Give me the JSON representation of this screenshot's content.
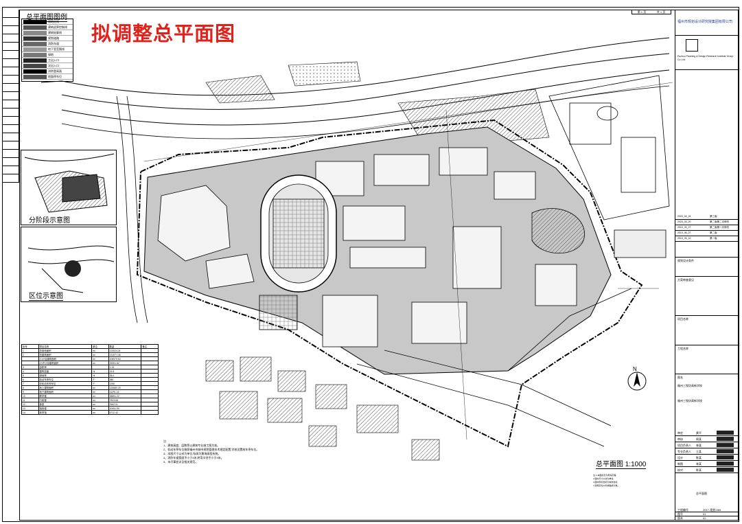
{
  "title": "拟调整总平面图",
  "legend": {
    "heading": "总平面图图例",
    "items": [
      {
        "label": "用地红线",
        "swatch": "#000"
      },
      {
        "label": "建筑退界控制线",
        "swatch": "#555"
      },
      {
        "label": "建筑轮廓线",
        "swatch": "#888"
      },
      {
        "label": "规划道路",
        "swatch": "#333"
      },
      {
        "label": "消防车道",
        "swatch": "#666"
      },
      {
        "label": "地下室范围线",
        "swatch": "#999"
      },
      {
        "label": "绿地",
        "swatch": "#777"
      },
      {
        "label": "主出入口",
        "swatch": "#222"
      },
      {
        "label": "次出入口",
        "swatch": "#444"
      },
      {
        "label": "消防登高面",
        "swatch": "#000"
      },
      {
        "label": "地面停车位",
        "swatch": "#555"
      }
    ]
  },
  "insets": {
    "phase_label": "分阶段示意图",
    "location_label": "区位示意图"
  },
  "scale_label": "总平面图 1:1000",
  "sheet_header": {
    "page": "第 1 页",
    "total": "共 1 页"
  },
  "north_label": "N",
  "title_block": {
    "company": "福州市规划设计研究院集团有限公司",
    "company_en": "Fuzhou Planning & Design Research Institute Group Co.,Ltd",
    "revisions": [
      {
        "date": "2020_04_24",
        "desc": "第三版"
      },
      {
        "date": "2020_03_20",
        "desc": "第二版第二次修改"
      },
      {
        "date": "2019_09_27",
        "desc": "第二版第一次修改"
      },
      {
        "date": "2019_06_07",
        "desc": "第二版"
      },
      {
        "date": "2019_05_10",
        "desc": "第一版"
      }
    ],
    "fields": [
      "规划设计条件",
      "方案审查意见",
      "项目名称",
      "工程名称",
      "图名"
    ],
    "project": "福州三牧坊高新学校",
    "project_name": "福州三牧坊高新学校",
    "drawing": "总平面图",
    "roles": [
      "审定",
      "审核",
      "项目负责人",
      "专业负责人",
      "设计",
      "制图",
      "校对"
    ],
    "role_names": [
      "黄平",
      "周某",
      "林某",
      "王某",
      "陈某",
      "林某",
      "陈某"
    ],
    "project_no": "2017-规划-069",
    "drawing_no": "01",
    "version": "02"
  },
  "data_table": {
    "headers": [
      "序号",
      "项目名称",
      "单位",
      "数量",
      "备注"
    ],
    "rows": [
      [
        "1",
        "总用地面积",
        "m²",
        "113024.24",
        ""
      ],
      [
        "2",
        "总建筑面积",
        "m²",
        "131971.36",
        ""
      ],
      [
        "",
        "(1)计容建筑面积",
        "m²",
        "106579.54",
        ""
      ],
      [
        "",
        "(2)不计容建筑面积",
        "m²",
        "25391.82",
        ""
      ],
      [
        "3",
        "容积率",
        "",
        "1.33",
        ""
      ],
      [
        "4",
        "建筑密度",
        "%",
        "22.8",
        ""
      ],
      [
        "5",
        "绿地率",
        "%",
        "35.0",
        ""
      ],
      [
        "6",
        "机动车停车位",
        "个",
        "380",
        ""
      ],
      [
        "7",
        "非机动车停车位",
        "个",
        "1250",
        ""
      ],
      [
        "8",
        "地上建筑面积",
        "m²",
        "120680.20",
        ""
      ],
      [
        "9",
        "地下建筑面积",
        "m²",
        "11291.16",
        ""
      ],
      [
        "10",
        "教学楼",
        "m²",
        "38691.22",
        ""
      ],
      [
        "11",
        "行政楼",
        "m²",
        "7823.68",
        ""
      ],
      [
        "12",
        "食堂",
        "m²",
        "9162.01",
        ""
      ],
      [
        "13",
        "宿舍楼",
        "m²",
        "20451.90",
        ""
      ],
      [
        "14",
        "体育馆",
        "m²",
        "6712.42",
        ""
      ]
    ]
  },
  "notes": {
    "heading": "注:",
    "lines": [
      "1、建筑高度、层数等以建筑专业施工图为准。",
      "2、机动车停车位按照福州市城市规划管理技术规定配置,学校设置校车停车位。",
      "3、本图尺寸以米为单位,标高为黄海高程系统。",
      "4、消防车道宽度不小于4米,转弯半径不小于9米。",
      "5、未尽事宜详见相关规范。"
    ]
  },
  "right_notes": [
    "注:1.本图标高为黄海高程;",
    "2.图中尺寸以米为单位;",
    "3.图中所标坐标为城市坐标;",
    "4.建筑定位以外墙轴线为准。"
  ],
  "colors": {
    "title": "#e0221c",
    "ink": "#000000",
    "hatch": "#444444"
  }
}
